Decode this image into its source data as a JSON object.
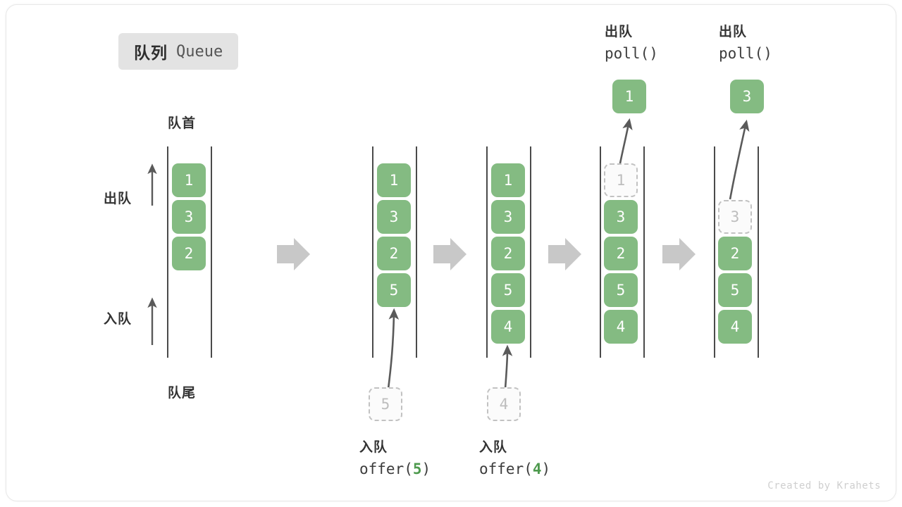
{
  "title": {
    "cn": "队列",
    "en": "Queue"
  },
  "labels": {
    "front": "队首",
    "rear": "队尾",
    "dequeue": "出队",
    "enqueue": "入队"
  },
  "colors": {
    "cell_fill": "#84bb82",
    "cell_text": "#ffffff",
    "ghost_border": "#c2c2c2",
    "ghost_text": "#bdbdbd",
    "rail": "#4a4a4a",
    "step_arrow": "#c8c8c8",
    "badge_bg": "#e3e3e3",
    "accent_green": "#4e9a4e",
    "watermark": "#cfcfcf"
  },
  "side_arrows": [
    {
      "name": "dequeue",
      "label": "出队",
      "direction": "up"
    },
    {
      "name": "enqueue",
      "label": "入队",
      "direction": "up"
    }
  ],
  "stages": [
    {
      "id": "stage-1",
      "cells": [
        {
          "value": "1",
          "state": "filled"
        },
        {
          "value": "3",
          "state": "filled"
        },
        {
          "value": "2",
          "state": "filled"
        }
      ],
      "incoming": null,
      "outgoing": null,
      "caption_top": null,
      "caption_bottom": null
    },
    {
      "id": "stage-2",
      "cells": [
        {
          "value": "1",
          "state": "filled"
        },
        {
          "value": "3",
          "state": "filled"
        },
        {
          "value": "2",
          "state": "filled"
        },
        {
          "value": "5",
          "state": "filled"
        }
      ],
      "incoming": {
        "value": "5",
        "state": "ghost"
      },
      "outgoing": null,
      "caption_top": null,
      "caption_bottom": {
        "line1": "入队",
        "line2_pre": "offer(",
        "line2_num": "5",
        "line2_post": ")"
      }
    },
    {
      "id": "stage-3",
      "cells": [
        {
          "value": "1",
          "state": "filled"
        },
        {
          "value": "3",
          "state": "filled"
        },
        {
          "value": "2",
          "state": "filled"
        },
        {
          "value": "5",
          "state": "filled"
        },
        {
          "value": "4",
          "state": "filled"
        }
      ],
      "incoming": {
        "value": "4",
        "state": "ghost"
      },
      "outgoing": null,
      "caption_top": null,
      "caption_bottom": {
        "line1": "入队",
        "line2_pre": "offer(",
        "line2_num": "4",
        "line2_post": ")"
      }
    },
    {
      "id": "stage-4",
      "cells": [
        {
          "value": "1",
          "state": "ghost"
        },
        {
          "value": "3",
          "state": "filled"
        },
        {
          "value": "2",
          "state": "filled"
        },
        {
          "value": "5",
          "state": "filled"
        },
        {
          "value": "4",
          "state": "filled"
        }
      ],
      "incoming": null,
      "outgoing": {
        "value": "1",
        "state": "filled"
      },
      "caption_top": {
        "line1": "出队",
        "line2": "poll()"
      },
      "caption_bottom": null
    },
    {
      "id": "stage-5",
      "cells": [
        {
          "value": "",
          "state": "empty"
        },
        {
          "value": "3",
          "state": "ghost"
        },
        {
          "value": "2",
          "state": "filled"
        },
        {
          "value": "5",
          "state": "filled"
        },
        {
          "value": "4",
          "state": "filled"
        }
      ],
      "incoming": null,
      "outgoing": {
        "value": "3",
        "state": "filled"
      },
      "caption_top": {
        "line1": "出队",
        "line2": "poll()"
      },
      "caption_bottom": null
    }
  ],
  "step_arrows_count": 4,
  "watermark": "Created by Krahets"
}
